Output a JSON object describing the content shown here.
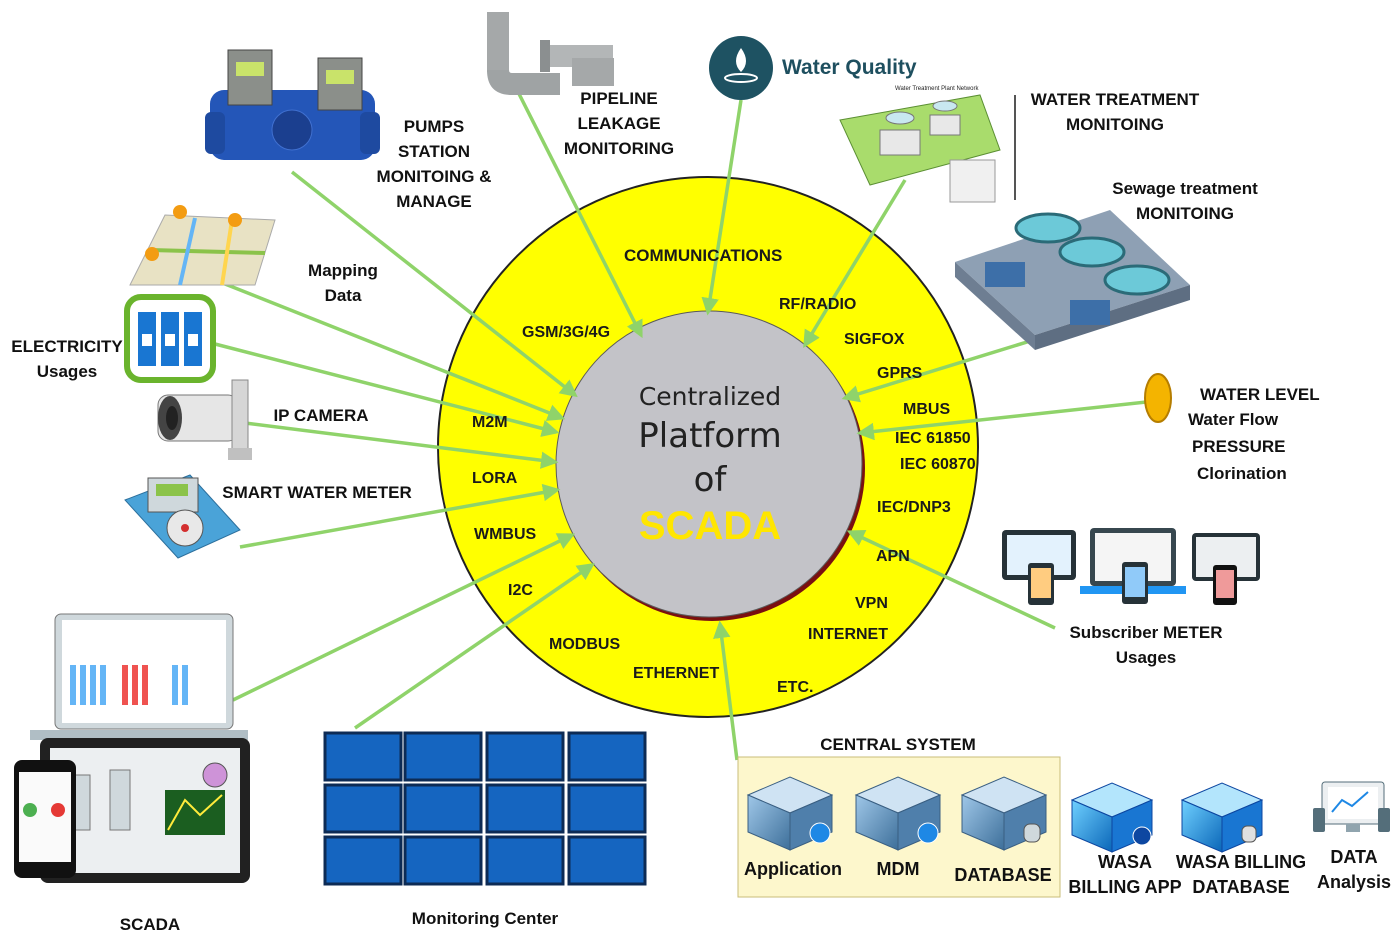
{
  "center": {
    "line1": "Centralized",
    "line2": "Platform",
    "line3": "of",
    "line4": "SCADA"
  },
  "ring_heading": "COMMUNICATIONS",
  "protocols": [
    "GSM/3G/4G",
    "RF/RADIO",
    "SIGFOX",
    "GPRS",
    "MBUS",
    "IEC 61850",
    "IEC 60870",
    "IEC/DNP3",
    "APN",
    "VPN",
    "INTERNET",
    "ETC.",
    "ETHERNET",
    "MODBUS",
    "I2C",
    "WMBUS",
    "LORA",
    "M2M"
  ],
  "nodes": {
    "pumps": [
      "PUMPS",
      "STATION",
      "MONITOING &",
      "MANAGE"
    ],
    "pipeline": [
      "PIPELINE",
      "LEAKAGE",
      "MONITORING"
    ],
    "water_quality": "Water Quality",
    "water_treatment": [
      "WATER TREATMENT",
      "MONITOING"
    ],
    "plant_caption": "Water Treatment Plant Network",
    "sewage": [
      "Sewage treatment",
      "MONITOING"
    ],
    "mapping": [
      "Mapping",
      "Data"
    ],
    "electricity": [
      "ELECTRICITY",
      "Usages"
    ],
    "ip_camera": "IP CAMERA",
    "smart_meter": "SMART WATER METER",
    "sensors": [
      "WATER LEVEL",
      "Water Flow",
      "PRESSURE",
      "Clorination"
    ],
    "subscriber": [
      "Subscriber METER",
      "Usages"
    ],
    "scada": "SCADA",
    "monitoring_center": "Monitoring Center"
  },
  "central_system": {
    "title": "CENTRAL SYSTEM",
    "servers": [
      "Application",
      "MDM",
      "DATABASE"
    ]
  },
  "wasa": {
    "billing_app": [
      "WASA",
      "BILLING APP"
    ],
    "billing_db": [
      "WASA BILLING",
      "DATABASE"
    ],
    "analysis": [
      "DATA",
      "Analysis"
    ]
  },
  "colors": {
    "ring": "#ffff00",
    "center": "#c3c3c8",
    "connector": "#8fd36a",
    "scada_text": "#ffe600",
    "server_panel": "#fdf7cc"
  }
}
